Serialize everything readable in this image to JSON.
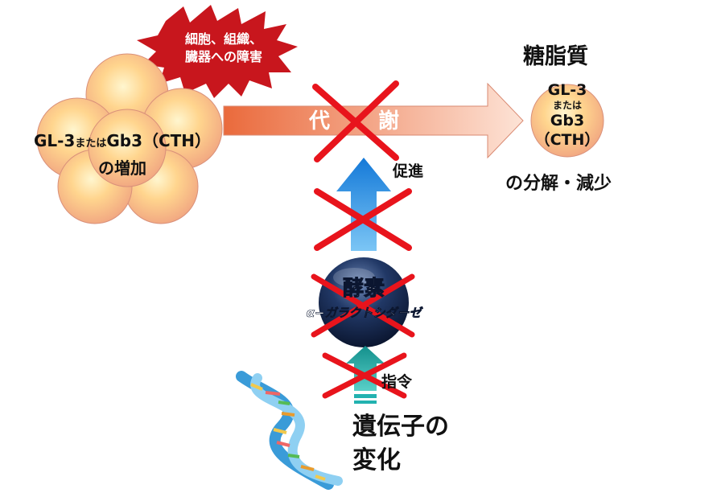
{
  "burst": {
    "line1": "細胞、組織、",
    "line2": "臓器への障害"
  },
  "cluster": {
    "line1_a": "GL-3",
    "line1_b": "または",
    "line1_c": "Gb3（CTH）",
    "line2": "の増加"
  },
  "metabolism": {
    "label_a": "代",
    "label_b": "謝"
  },
  "product": {
    "title": "糖脂質",
    "line1": "GL-3",
    "line2": "または",
    "line3": "Gb3",
    "line4": "（CTH）",
    "caption": "の分解・減少"
  },
  "promote": {
    "label": "促進"
  },
  "enzyme": {
    "label": "酵素",
    "name": "α−ガラクトシダーゼ"
  },
  "instruct": {
    "label": "指令"
  },
  "gene": {
    "line1": "遺伝子の",
    "line2": "変化"
  },
  "colors": {
    "cross": "#e8141c",
    "burst": "#c8161d",
    "arrow_up": "#1f8fe0",
    "arrow_small": "#22b2b0",
    "metab_start": "#ea6a3c",
    "metab_end": "#fbd6c6",
    "cell_fill": "#ffd9a8",
    "sphere": "#15294f"
  }
}
